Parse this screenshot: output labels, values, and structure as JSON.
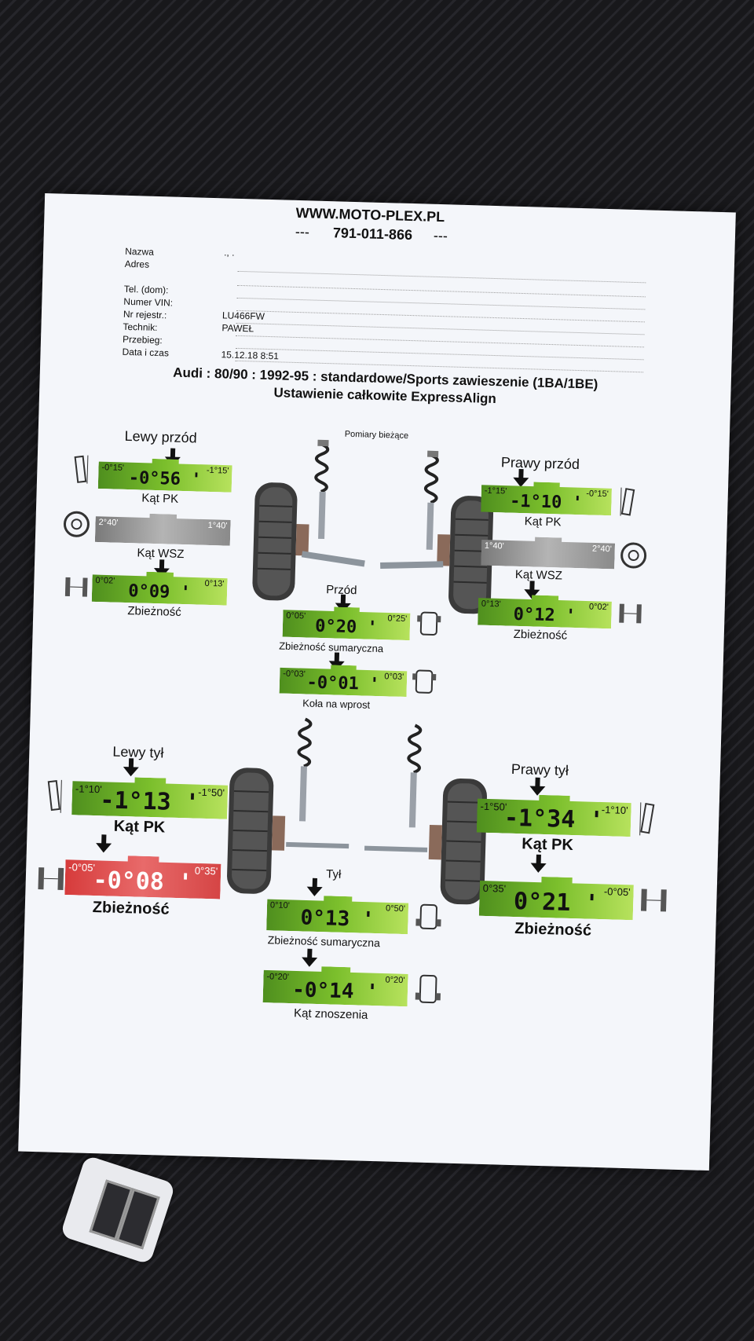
{
  "header": {
    "website": "WWW.MOTO-PLEX.PL",
    "phone": "791-011-866",
    "dash": "---"
  },
  "info": [
    {
      "label": "Nazwa",
      "value": "., ."
    },
    {
      "label": "Adres",
      "value": ""
    },
    {
      "label": "Tel. (dom):",
      "value": ""
    },
    {
      "label": "Numer VIN:",
      "value": ""
    },
    {
      "label": "Nr rejestr.:",
      "value": "LU466FW"
    },
    {
      "label": "Technik:",
      "value": "PAWEŁ"
    },
    {
      "label": "Przebieg:",
      "value": ""
    },
    {
      "label": "Data i czas",
      "value": "15.12.18 8:51"
    }
  ],
  "vehicle": "Audi : 80/90 : 1992-95 : standardowe/Sports zawieszenie (1BA/1BE)",
  "procedure": "Ustawienie całkowite ExpressAlign",
  "pomiary": "Pomiary bieżące",
  "front": {
    "left_title": "Lewy przód",
    "right_title": "Prawy przód",
    "center_title": "Przód",
    "left_camber": {
      "min": "-0°15'",
      "max": "-1°15'",
      "value": "-0°56 '",
      "label": "Kąt PK"
    },
    "left_kpi": {
      "min": "2°40'",
      "max": "1°40'",
      "label": "Kąt WSZ"
    },
    "left_toe": {
      "min": "0°02'",
      "max": "0°13'",
      "value": "0°09 '",
      "label": "Zbieżność"
    },
    "right_camber": {
      "min": "-1°15'",
      "max": "-0°15'",
      "value": "-1°10 '",
      "label": "Kąt PK"
    },
    "right_kpi": {
      "min": "1°40'",
      "max": "2°40'",
      "label": "Kąt WSZ"
    },
    "right_toe": {
      "min": "0°13'",
      "max": "0°02'",
      "value": "0°12 '",
      "label": "Zbieżność"
    },
    "total_toe": {
      "min": "0°05'",
      "max": "0°25'",
      "value": "0°20 '",
      "label": "Zbieżność sumaryczna"
    },
    "setback": {
      "min": "-0°03'",
      "max": "0°03'",
      "value": "-0°01 '",
      "label": "Koła na wprost"
    }
  },
  "rear": {
    "left_title": "Lewy tył",
    "right_title": "Prawy tył",
    "center_title": "Tył",
    "left_camber": {
      "min": "-1°10'",
      "max": "-1°50'",
      "value": "-1°13 '",
      "label": "Kąt PK"
    },
    "left_toe": {
      "min": "-0°05'",
      "max": "0°35'",
      "value": "-0°08 '",
      "label": "Zbieżność"
    },
    "right_camber": {
      "min": "-1°50'",
      "max": "-1°10'",
      "value": "-1°34 '",
      "label": "Kąt PK"
    },
    "right_toe": {
      "min": "0°35'",
      "max": "-0°05'",
      "value": "0°21 '",
      "label": "Zbieżność"
    },
    "total_toe": {
      "min": "0°10'",
      "max": "0°50'",
      "value": "0°13 '",
      "label": "Zbieżność sumaryczna"
    },
    "thrust": {
      "min": "-0°20'",
      "max": "0°20'",
      "value": "-0°14 '",
      "label": "Kąt znoszenia"
    }
  },
  "colors": {
    "in_spec": "#7bbf2c",
    "out_of_spec": "#d63b3b",
    "no_spec": "#9a9a9a"
  }
}
